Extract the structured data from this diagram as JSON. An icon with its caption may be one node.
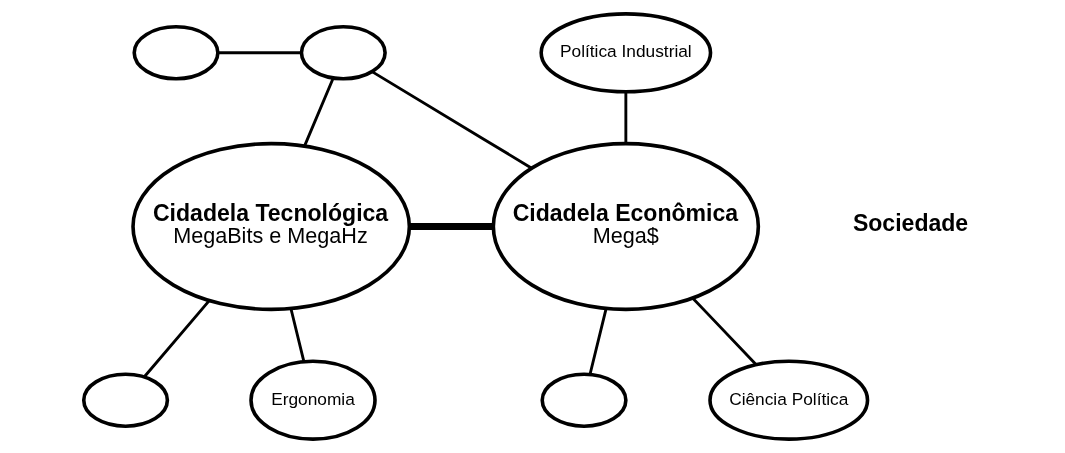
{
  "diagram": {
    "nodes": [
      {
        "text": [],
        "shape": "ellipse"
      },
      {
        "text": [],
        "shape": "ellipse"
      },
      {
        "text": [
          "Política Industrial"
        ]
      },
      {
        "text": [
          "Cidadela Tecnológica",
          "MegaBits e MegaHz"
        ]
      },
      {
        "text": [
          "Cidadela Econômica",
          "Mega$"
        ]
      },
      {
        "text": [],
        "shape": "ellipse"
      },
      {
        "text": [
          "Ergonomia"
        ]
      },
      {
        "text": [],
        "shape": "ellipse"
      },
      {
        "text": [
          "Ciência Política"
        ]
      }
    ],
    "edges": [
      {
        "from": 0,
        "to": 1,
        "arrow": "none"
      },
      {
        "from": 1,
        "to": 3,
        "arrow": "none"
      },
      {
        "from": 1,
        "to": 4,
        "arrow": "none"
      },
      {
        "from": 2,
        "to": 4,
        "arrow": "none"
      },
      {
        "from": 3,
        "to": 4,
        "arrow": "none",
        "style": "thick"
      },
      {
        "from": 3,
        "to": 5,
        "arrow": "none"
      },
      {
        "from": 3,
        "to": 6,
        "arrow": "none"
      },
      {
        "from": 4,
        "to": 7,
        "arrow": "none"
      },
      {
        "from": 4,
        "to": 8,
        "arrow": "none"
      }
    ],
    "labels": [
      "Sociedade"
    ]
  }
}
